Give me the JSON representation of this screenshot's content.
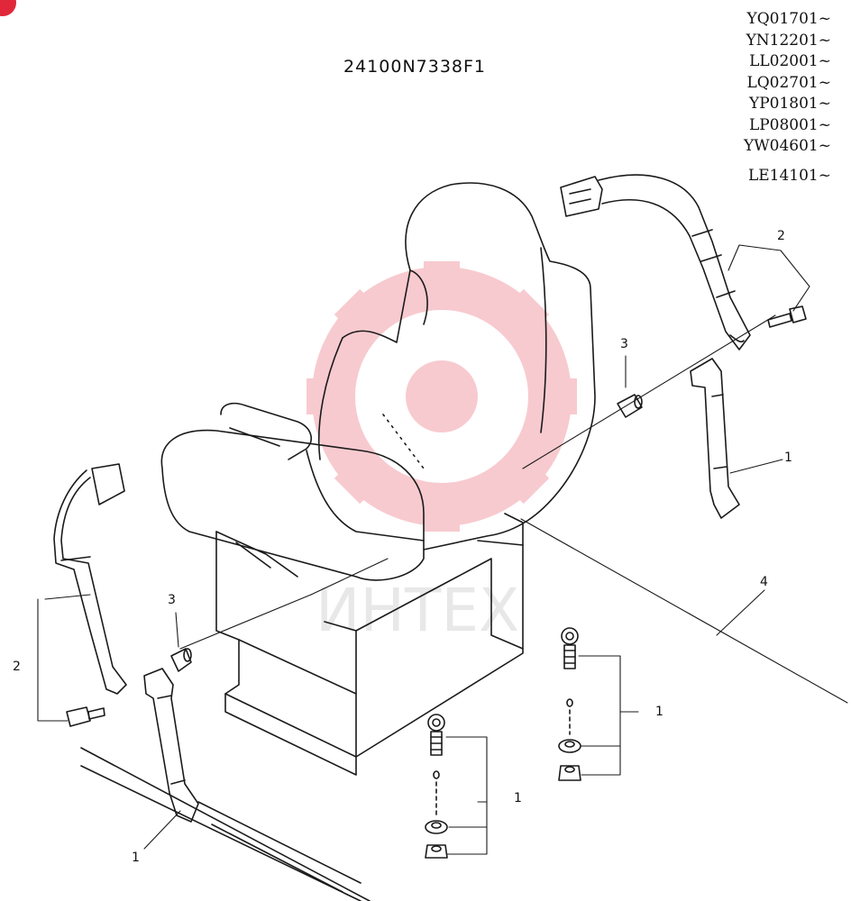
{
  "drawing": {
    "part_code": "24100N7338F1",
    "serials": [
      "YQ01701~",
      "YN12201~",
      "LL02001~",
      "LQ02701~",
      "YP01801~",
      "LP08001~",
      "YW04601~",
      "LE14101~"
    ],
    "callouts": [
      "1",
      "1",
      "1",
      "1",
      "2",
      "2",
      "3",
      "3",
      "4"
    ],
    "line_color": "#1a1a1a",
    "watermark": {
      "text": "ИНТЕХ",
      "color": "#f2a0a8",
      "text_color": "#d0d0d0"
    },
    "accent_color": "#e0283a"
  }
}
